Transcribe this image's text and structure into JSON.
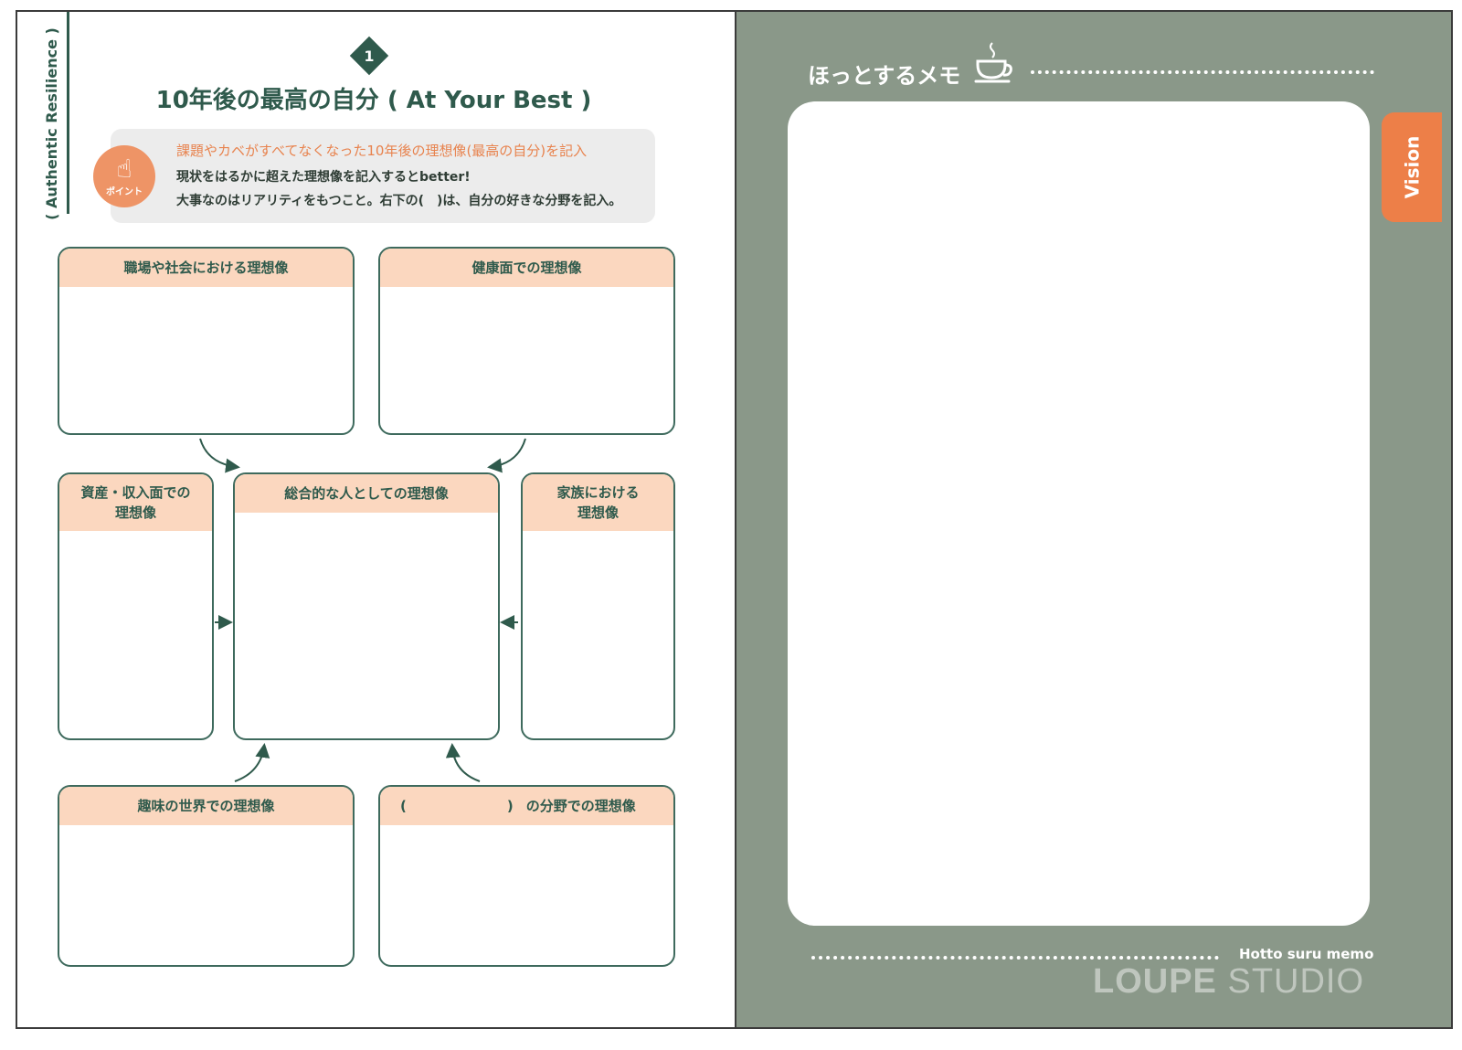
{
  "left_page": {
    "side_label": "( Authentic Resilience )",
    "step_number": "1",
    "title": "10年後の最高の自分 ( At Your Best )",
    "tip": {
      "badge_text": "ポイント",
      "line1": "課題やカベがすべてなくなった10年後の理想像(最高の自分)を記入",
      "line2": "現状をはるかに超えた理想像を記入するとbetter!",
      "line3": "大事なのはリアリティをもつこと。右下の(　)は、自分の好きな分野を記入。"
    },
    "cards": {
      "work": "職場や社会における理想像",
      "health": "健康面での理想像",
      "assets": "資産・収入面での\n理想像",
      "overall": "総合的な人としての理想像",
      "family": "家族における\n理想像",
      "hobby": "趣味の世界での理想像",
      "custom_open": "(",
      "custom_close": ")",
      "custom_suffix": "の分野での理想像"
    }
  },
  "right_page": {
    "memo_title": "ほっとするメモ",
    "tab_label": "Vision",
    "memo_subtitle": "Hotto suru memo"
  },
  "watermark": {
    "text_bold": "LOUPE",
    "text_light": "STUDIO"
  },
  "colors": {
    "dark_green": "#2f5a4c",
    "card_header": "#fbd7bf",
    "accent_orange": "#ed7f48",
    "sage_background": "#8a9889",
    "tip_background": "#ececec"
  }
}
